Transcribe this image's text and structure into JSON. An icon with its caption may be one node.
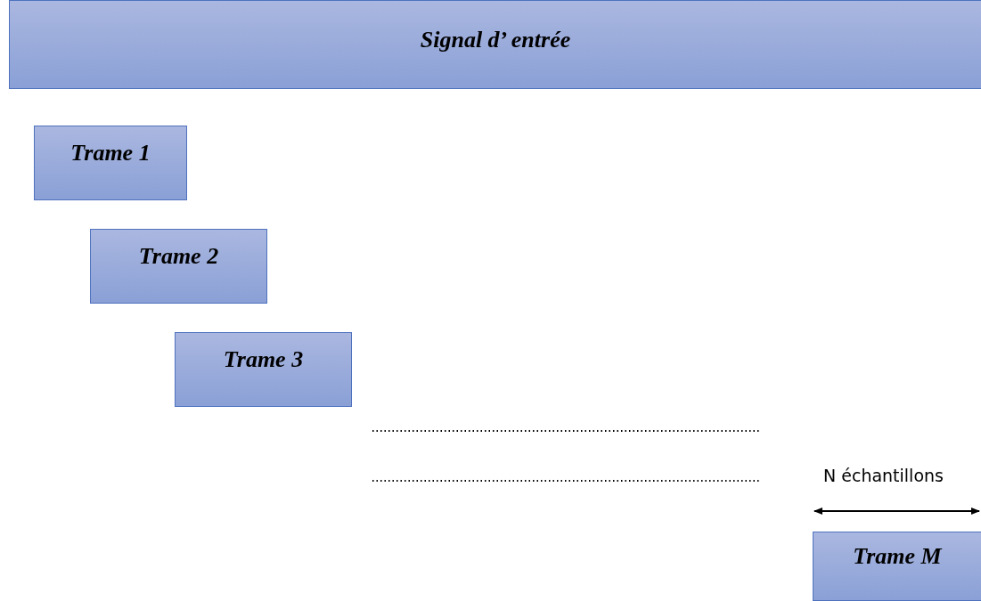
{
  "diagram": {
    "nodes": [
      {
        "text": [
          "Signal d’ entrée"
        ]
      },
      {
        "text": [
          "Trame 1"
        ]
      },
      {
        "text": [
          "Trame 2"
        ]
      },
      {
        "text": [
          "Trame 3"
        ]
      },
      {
        "text": [
          "Trame M"
        ]
      }
    ],
    "labels": [
      "N échantillons"
    ]
  }
}
